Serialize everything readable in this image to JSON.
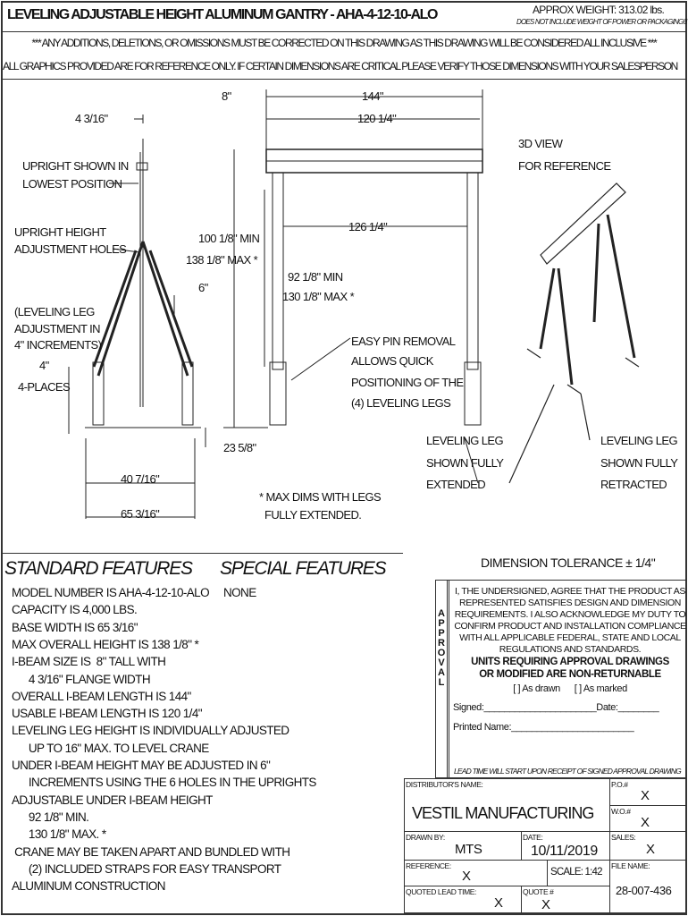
{
  "header": {
    "title": "LEVELING ADJUSTABLE HEIGHT ALUMINUM GANTRY - AHA-4-12-10-ALO",
    "weight": "APPROX WEIGHT: 313.02 lbs.",
    "weight_note": "DOES NOT INCLUDE WEIGHT OF POWER OR PACKAGING!!!",
    "note1": "*** ANY ADDITIONS, DELETIONS, OR OMISSIONS MUST BE CORRECTED ON THIS DRAWING AS THIS DRAWING WILL BE CONSIDERED ALL INCLUSIVE ***",
    "note2": "ALL GRAPHICS PROVIDED ARE FOR REFERENCE ONLY. IF CERTAIN DIMENSIONS ARE CRITICAL PLEASE VERIFY THOSE DIMENSIONS WITH YOUR SALESPERSON"
  },
  "drawing": {
    "dim_8": "8\"",
    "dim_144": "144\"",
    "dim_120": "120 1/4\"",
    "dim_4316": "4 3/16\"",
    "view3d_1": "3D VIEW",
    "view3d_2": "FOR REFERENCE",
    "upright_1": "UPRIGHT SHOWN IN",
    "upright_2": "LOWEST POSITION",
    "holes_1": "UPRIGHT HEIGHT",
    "holes_2": "ADJUSTMENT HOLES",
    "h_min": "100 1/8\" MIN",
    "h_max": "138 1/8\" MAX *",
    "dim_126": "126 1/4\"",
    "u_min": "92 1/8\" MIN",
    "u_max": "130 1/8\" MAX *",
    "dim_6": "6\"",
    "lev_1": "(LEVELING LEG",
    "lev_2": "ADJUSTMENT IN",
    "lev_3": "4\" INCREMENTS)",
    "dim_4": "4\"",
    "places": "4-PLACES",
    "pin_1": "EASY PIN REMOVAL",
    "pin_2": "ALLOWS QUICK",
    "pin_3": "POSITIONING OF THE",
    "pin_4": "(4) LEVELING LEGS",
    "dim_23": "23 5/8\"",
    "ext_1": "LEVELING LEG",
    "ext_2": "SHOWN FULLY",
    "ext_3": "EXTENDED",
    "ret_1": "LEVELING LEG",
    "ret_2": "SHOWN FULLY",
    "ret_3": "RETRACTED",
    "dim_40": "40 7/16\"",
    "dim_65": "65 3/16\"",
    "max_1": "* MAX DIMS WITH LEGS",
    "max_2": "FULLY EXTENDED."
  },
  "features": {
    "standard_title": "STANDARD FEATURES",
    "special_title": "SPECIAL FEATURES",
    "special": "NONE",
    "standard": [
      "MODEL NUMBER IS AHA-4-12-10-ALO",
      "CAPACITY IS 4,000 LBS.",
      "BASE WIDTH IS 65 3/16\"",
      "MAX OVERALL HEIGHT IS 138 1/8\" *",
      "I-BEAM SIZE IS  8\" TALL WITH",
      "      4 3/16\" FLANGE WIDTH",
      "OVERALL I-BEAM LENGTH IS 144\"",
      "USABLE I-BEAM LENGTH IS 120 1/4\"",
      "LEVELING LEG HEIGHT IS INDIVIDUALLY ADJUSTED",
      "      UP TO 16\" MAX. TO LEVEL CRANE",
      "UNDER I-BEAM HEIGHT MAY BE ADJUSTED IN 6\"",
      "      INCREMENTS USING THE 6 HOLES IN THE UPRIGHTS",
      "ADJUSTABLE UNDER I-BEAM HEIGHT",
      "      92 1/8\" MIN.",
      "      130 1/8\" MAX. *",
      " CRANE MAY BE TAKEN APART AND BUNDLED WITH",
      "      (2) INCLUDED STRAPS FOR EASY TRANSPORT",
      "ALUMINUM CONSTRUCTION"
    ]
  },
  "approval": {
    "tolerance": "DIMENSION TOLERANCE ± 1/4\"",
    "side": "APPROVAL",
    "text": "I, THE UNDERSIGNED, AGREE THAT THE PRODUCT AS REPRESENTED SATISFIES DESIGN AND DIMENSION REQUIREMENTS.  I ALSO ACKNOWLEDGE MY DUTY TO CONFIRM PRODUCT AND INSTALLATION COMPLIANCE WITH ALL APPLICABLE FEDERAL, STATE AND LOCAL REGULATIONS AND STANDARDS.",
    "warning": "UNITS REQUIRING APPROVAL DRAWINGS OR MODIFIED ARE NON-RETURNABLE",
    "as_drawn": "[  ] As drawn",
    "as_marked": "[  ] As marked",
    "signed": "Signed:______________________Date:________",
    "printed": "Printed Name:________________________",
    "lead": "LEAD TIME WILL START UPON RECEIPT OF SIGNED APPROVAL DRAWING"
  },
  "titleblock": {
    "dist_label": "DISTRIBUTOR'S NAME:",
    "dist": "VESTIL MANUFACTURING",
    "po_label": "P.O.#",
    "po": "X",
    "wo_label": "W.O.#",
    "wo": "X",
    "drawn_label": "DRAWN BY:",
    "drawn": "MTS",
    "date_label": "DATE:",
    "date": "10/11/2019",
    "sales_label": "SALES:",
    "sales": "X",
    "ref_label": "REFERENCE:",
    "ref": "X",
    "scale": "SCALE: 1:42",
    "file_label": "FILE NAME:",
    "file": "28-007-436",
    "lead_label": "QUOTED LEAD TIME:",
    "lead": "X",
    "quote_label": "QUOTE #",
    "quote": "X"
  }
}
